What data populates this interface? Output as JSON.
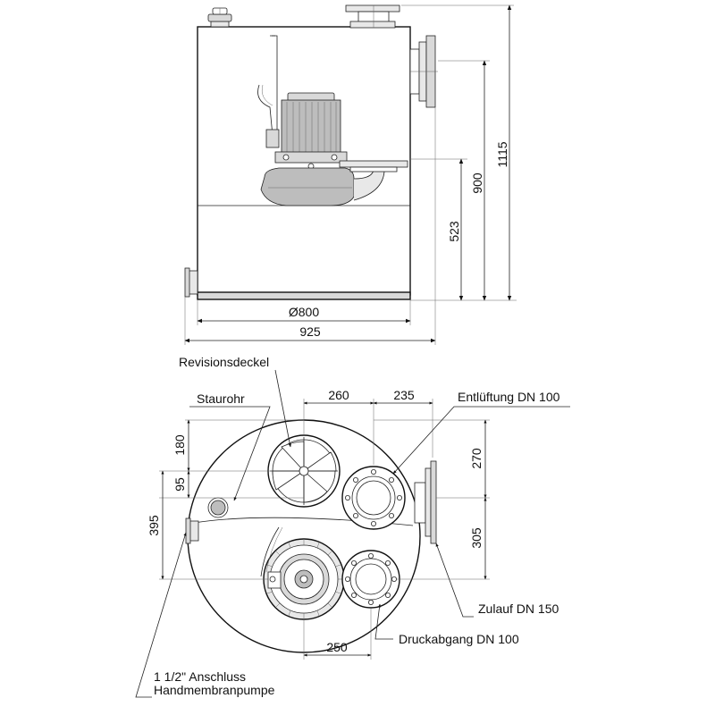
{
  "elevation": {
    "dim_1115": "1115",
    "dim_900": "900",
    "dim_523": "523",
    "dim_diameter": "Ø800",
    "dim_925": "925"
  },
  "plan": {
    "dim_260": "260",
    "dim_235": "235",
    "dim_180": "180",
    "dim_95": "95",
    "dim_395": "395",
    "dim_270": "270",
    "dim_305": "305",
    "dim_250": "250",
    "label_revisionsdeckel": "Revisionsdeckel",
    "label_staurohr": "Staurohr",
    "label_entlueftung": "Entlüftung DN 100",
    "label_zulauf": "Zulauf DN 150",
    "label_druckabgang": "Druckabgang DN 100",
    "label_anschluss_line1": "1 1/2\" Anschluss",
    "label_anschluss_line2": "Handmembranpumpe"
  }
}
